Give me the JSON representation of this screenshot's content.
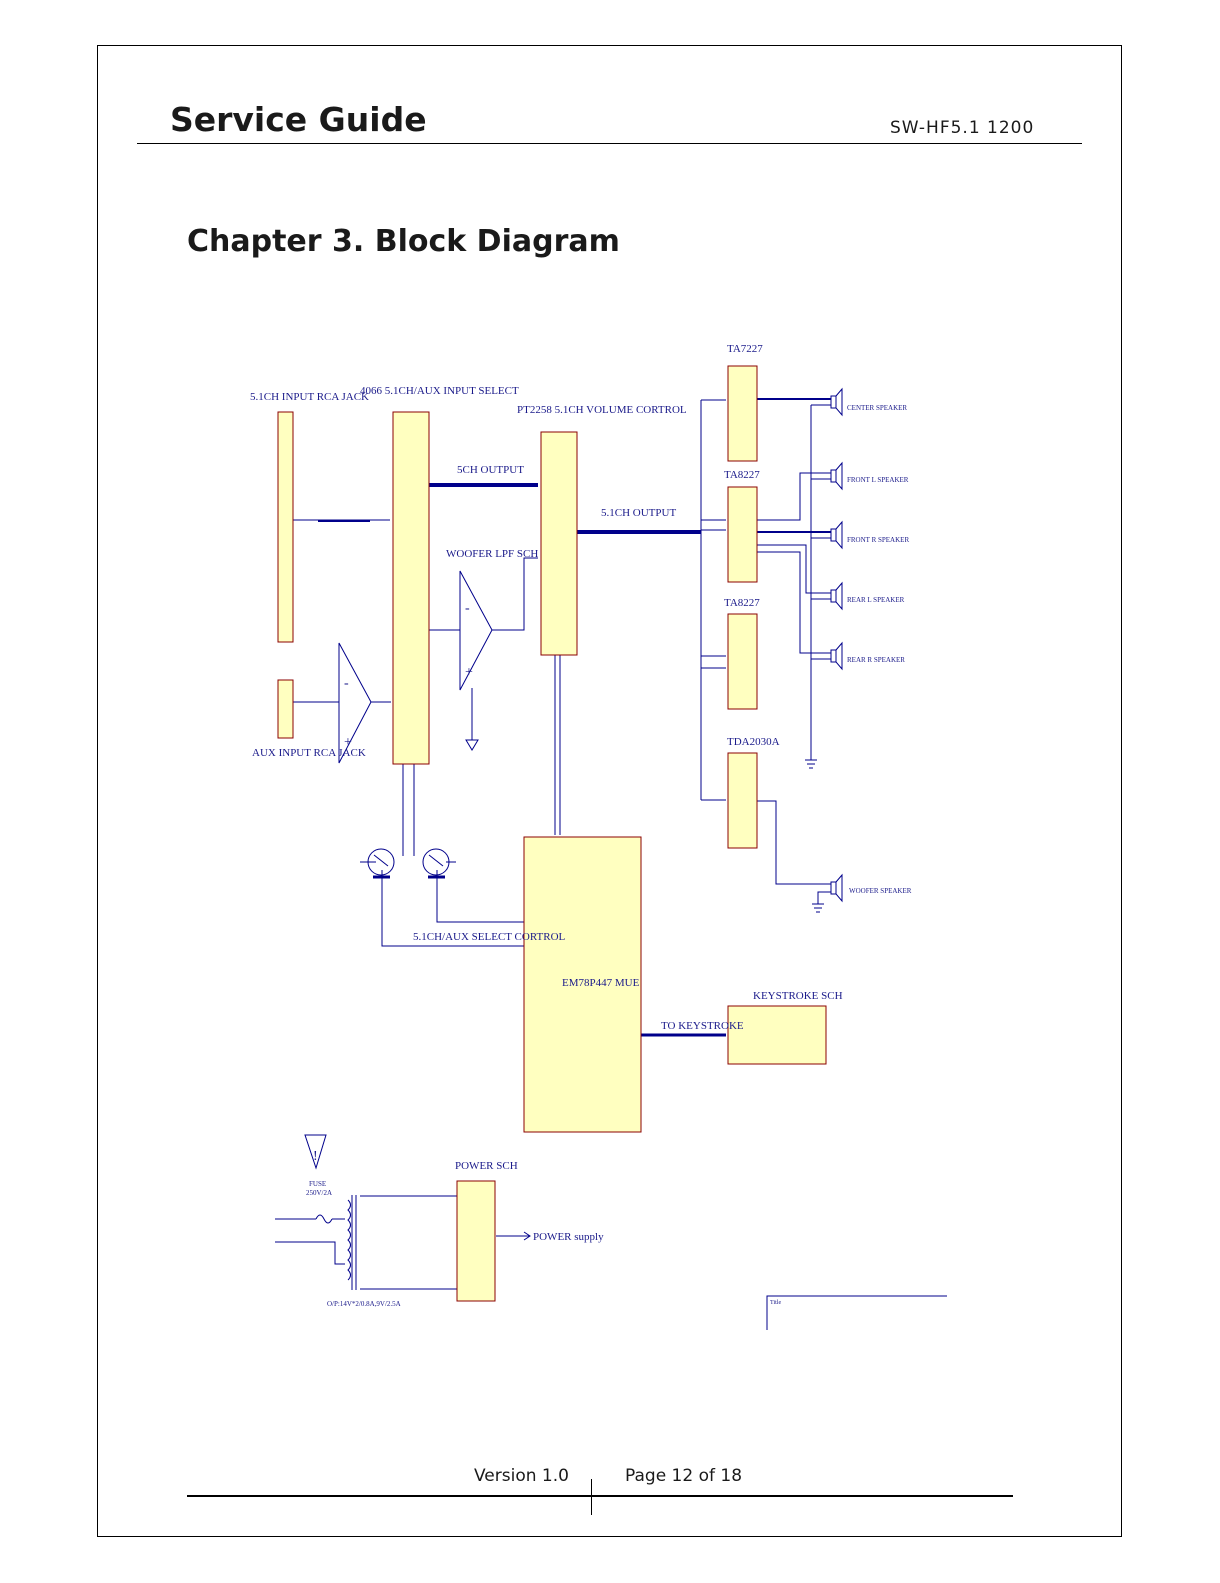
{
  "header": {
    "title": "Service Guide",
    "model": "SW-HF5.1 1200"
  },
  "chapter_title": "Chapter 3. Block Diagram",
  "diagram": {
    "labels": {
      "input_jack": "5.1CH INPUT RCA JACK",
      "aux_jack": "AUX INPUT RCA JACK",
      "input_select": "4066 5.1CH/AUX INPUT SELECT",
      "volume_control": "PT2258 5.1CH VOLUME CORTROL",
      "output_5ch": "5CH OUTPUT",
      "output_51ch": "5.1CH OUTPUT",
      "woofer_lpf": "WOOFER LPF SCH",
      "amp1": "TA7227",
      "amp2": "TA8227",
      "amp3": "TA8227",
      "amp4": "TDA2030A",
      "center_speaker": "CENTER SPEAKER",
      "front_l_speaker": "FRONT L SPEAKER",
      "front_r_speaker": "FRONT R SPEAKER",
      "rear_l_speaker": "REAR L SPEAKER",
      "rear_r_speaker": "REAR R SPEAKER",
      "woofer_speaker": "WOOFER SPEAKER",
      "select_control": "5.1CH/AUX SELECT CORTROL",
      "mcu": "EM78P447 MUE",
      "to_keystroke": "TO KEYSTROKE",
      "keystroke": "KEYSTROKE SCH",
      "power_sch": "POWER SCH",
      "power_supply": "POWER supply",
      "fuse": "FUSE",
      "fuse_rating": "250V/2A",
      "transformer": "O/P:14V*2/0.8A,9V/2.5A",
      "title_block": "Title",
      "op_minus": "-",
      "op_plus": "+",
      "warning": "!"
    }
  },
  "footer": {
    "version": "Version 1.0",
    "page": "Page 12 of 18"
  },
  "colors": {
    "block_fill": "#ffffc0",
    "block_stroke": "#8b0000",
    "wire": "#00008b",
    "label": "#1a1a8a"
  }
}
